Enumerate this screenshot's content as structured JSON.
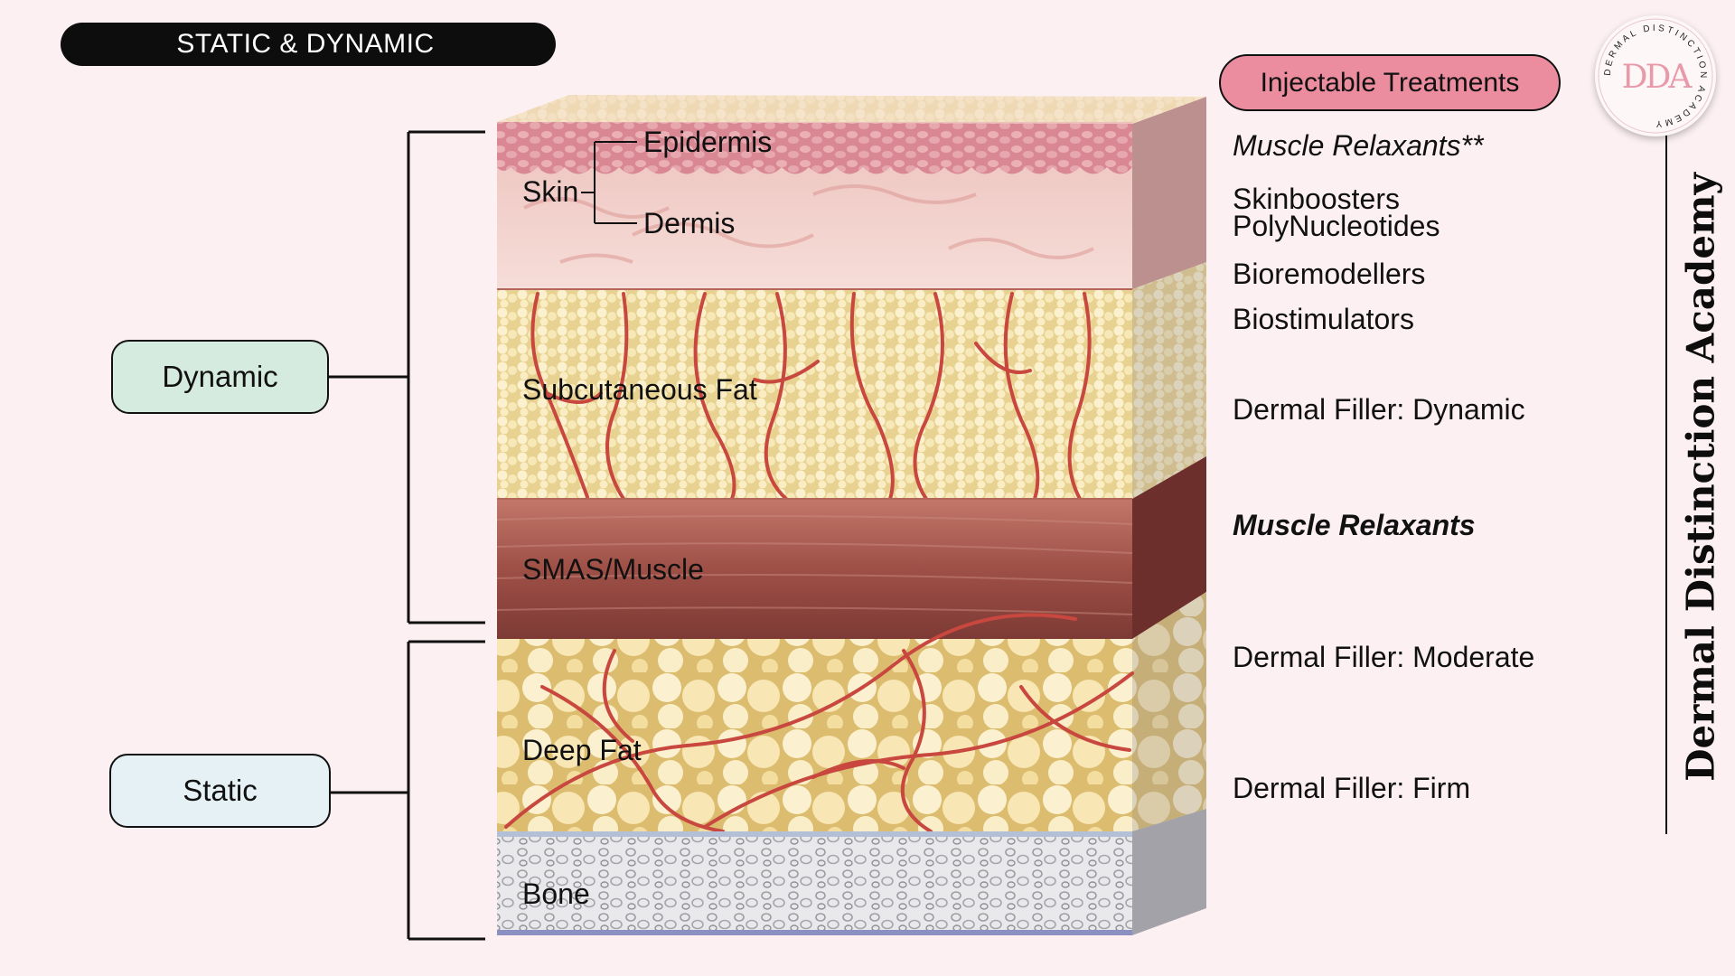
{
  "header": {
    "title": "STATIC & DYNAMIC"
  },
  "stages": {
    "dynamic": "Dynamic",
    "static": "Static"
  },
  "layers": {
    "skin": "Skin",
    "epidermis": "Epidermis",
    "dermis": "Dermis",
    "subcutaneous_fat": "Subcutaneous Fat",
    "smas_muscle": "SMAS/Muscle",
    "deep_fat": "Deep Fat",
    "bone": "Bone"
  },
  "treatments": {
    "heading": "Injectable Treatments",
    "items": [
      "Muscle Relaxants**",
      "Skinboosters",
      "PolyNucleotides",
      "Bioremodellers",
      "Biostimulators",
      "Dermal Filler: Dynamic",
      "Muscle Relaxants",
      "Dermal Filler: Moderate",
      "Dermal Filler: Firm"
    ]
  },
  "brand": {
    "name": "Dermal Distinction Academy",
    "seal_text": "DERMAL DISTINCTION ACADEMY",
    "monogram": "DDA"
  },
  "colors": {
    "epidermis": "#d98c95",
    "dermis": "#f0ccc6",
    "fat": "#efdca2",
    "fat_cell": "#fbf2d2",
    "vessel": "#c8473f",
    "muscle": "#9a4b44",
    "bone": "#d2d2d6",
    "dynamic_box": "#d6ebe0",
    "static_box": "#e6f1f6",
    "treatment_pill": "#ec8d9f"
  }
}
